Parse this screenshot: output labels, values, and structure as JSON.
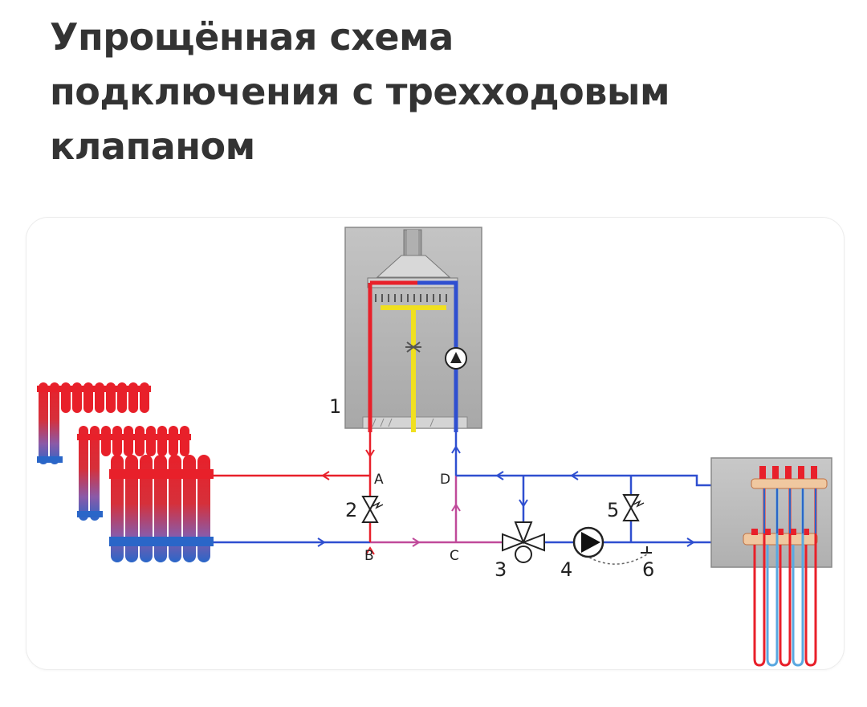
{
  "title_lines": [
    "Упрощённая схема",
    "подключения с трехходовым",
    "клапаном"
  ],
  "diagram": {
    "component_numbers": [
      "1",
      "2",
      "3",
      "4",
      "5",
      "6"
    ],
    "nodes": [
      "A",
      "B",
      "C",
      "D"
    ]
  },
  "colors": {
    "hot": "#e8202a",
    "cold": "#2f4fd0",
    "mixed": "#c04a9a",
    "gas": "#f0e020",
    "boiler_body": "#b8b8b8",
    "cabinet": "#bdbdbd"
  }
}
